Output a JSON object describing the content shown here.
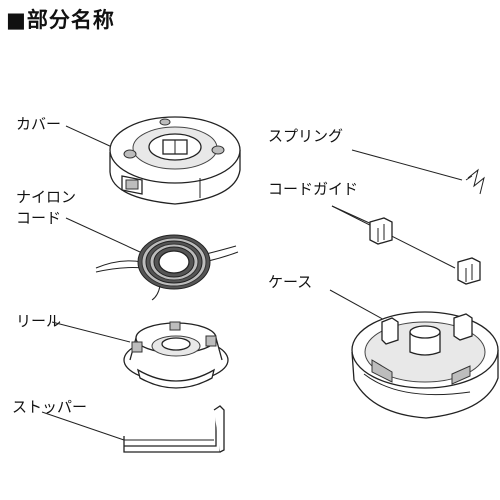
{
  "title": "■部分名称",
  "labels": {
    "cover": "カバー",
    "nylon_cord_line1": "ナイロン",
    "nylon_cord_line2": "コード",
    "reel": "リール",
    "stopper": "ストッパー",
    "spring": "スプリング",
    "cord_guide": "コードガイド",
    "case": "ケース"
  }
}
